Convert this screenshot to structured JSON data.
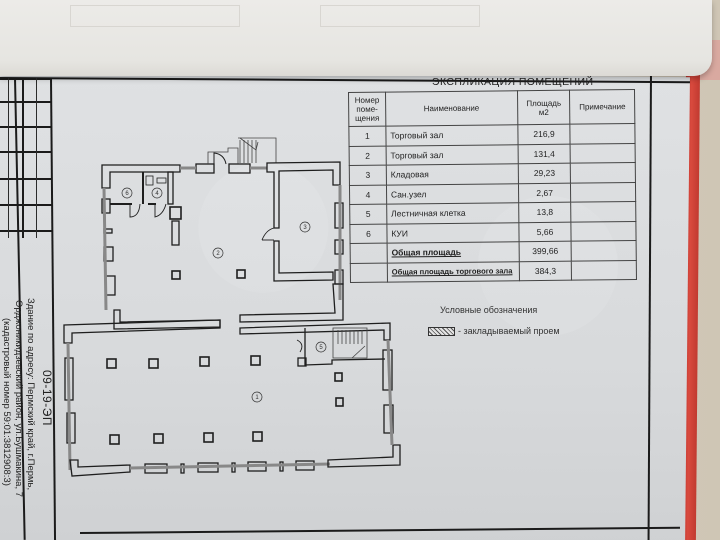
{
  "document": {
    "type": "floor-plan-sheet",
    "doc_code": "09-19-ЭП",
    "address_lines": [
      "Здание по адресу: Пермский край, г.Пермь,",
      "Орджоникидзевский район, ул.Бушмакина, 7",
      "(кадастровый номер 59:01:3812908:3)"
    ]
  },
  "explication": {
    "title": "ЭКСПЛИКАЦИЯ ПОМЕЩЕНИЙ",
    "headers": {
      "number": "Номер поме-щения",
      "name": "Наименование",
      "area": "Площадь м2",
      "note": "Примечание"
    },
    "rows": [
      {
        "number": "1",
        "name": "Торговый зал",
        "area": "216,9",
        "note": ""
      },
      {
        "number": "2",
        "name": "Торговый зал",
        "area": "131,4",
        "note": ""
      },
      {
        "number": "3",
        "name": "Кладовая",
        "area": "29,23",
        "note": ""
      },
      {
        "number": "4",
        "name": "Сан.узел",
        "area": "2,67",
        "note": ""
      },
      {
        "number": "5",
        "name": "Лестничная клетка",
        "area": "13,8",
        "note": ""
      },
      {
        "number": "6",
        "name": "КУИ",
        "area": "5,66",
        "note": ""
      }
    ],
    "totals": [
      {
        "label": "Общая площадь",
        "value": "399,66"
      },
      {
        "label": "Общая площадь торгового зала",
        "value": "384,3"
      }
    ]
  },
  "legend": {
    "title": "Условные обозначения",
    "items": [
      {
        "symbol": "hatched-rectangle",
        "label": "- закладываемый проем"
      }
    ]
  },
  "plan": {
    "room_labels": [
      "1",
      "2",
      "3",
      "4",
      "5",
      "6"
    ]
  },
  "colors": {
    "paper": "#dcdee0",
    "ink": "#1b1b1b",
    "binder_red": "#c9372d",
    "background_wood": "#cfc6b5"
  }
}
